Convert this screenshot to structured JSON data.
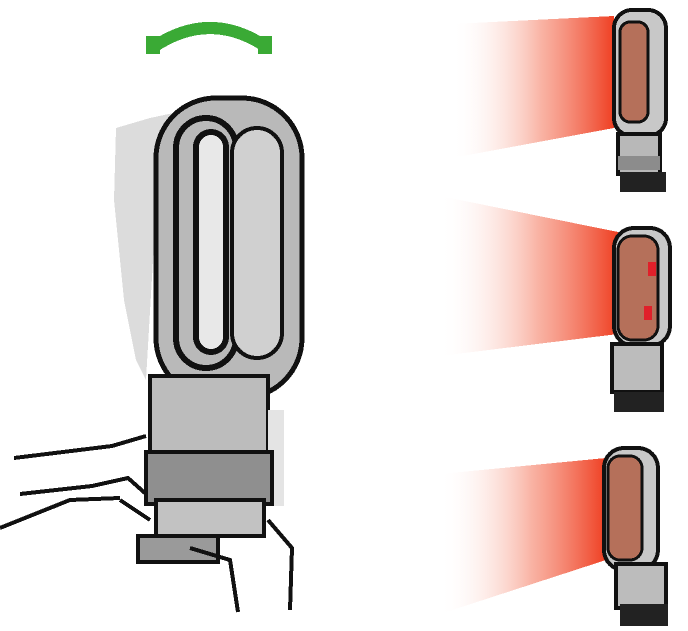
{
  "scene": {
    "main_device": "oscillating-fan-heater",
    "oscillation_indicator_color": "#3aaa35",
    "heat_beam_color": "#f04a2a",
    "device_body_color": "#b9b9b9",
    "device_outline_color": "#111111",
    "heater_element_color": "#b5705a",
    "indicator_light_color": "#e0202a",
    "panels": [
      {
        "name": "heater-front-view",
        "state": "heating"
      },
      {
        "name": "heater-angled-view",
        "state": "heating",
        "indicator_lights": 2
      },
      {
        "name": "heater-side-view",
        "state": "heating"
      }
    ]
  }
}
